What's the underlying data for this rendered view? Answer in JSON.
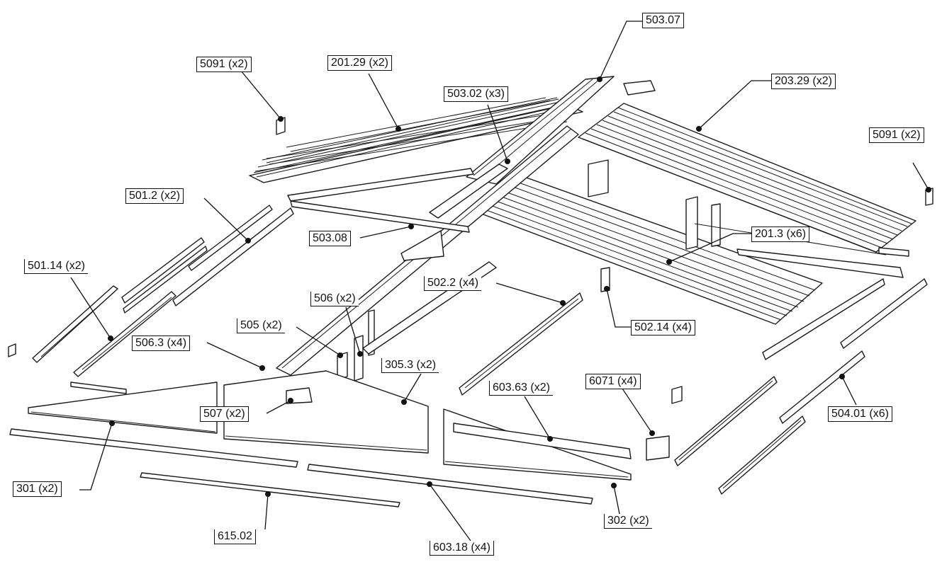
{
  "labels": {
    "l_503_07": "503.07",
    "l_5091_a": "5091 (x2)",
    "l_201_29": "201.29 (x2)",
    "l_503_02": "503.02 (x3)",
    "l_203_29": "203.29 (x2)",
    "l_5091_b": "5091 (x2)",
    "l_501_2": "501.2 (x2)",
    "l_503_08": "503.08",
    "l_201_3": "201.3 (x6)",
    "l_501_14": "501.14 (x2)",
    "l_502_2": "502.2 (x4)",
    "l_506": "506 (x2)",
    "l_505": "505 (x2)",
    "l_506_3": "506.3 (x4)",
    "l_502_14": "502.14 (x4)",
    "l_305_3": "305.3 (x2)",
    "l_6071": "6071 (x4)",
    "l_603_63": "603.63 (x2)",
    "l_507": "507 (x2)",
    "l_504_01": "504.01 (x6)",
    "l_301": "301 (x2)",
    "l_302": "302 (x2)",
    "l_615_02": "615.02",
    "l_603_18": "603.18 (x4)"
  }
}
